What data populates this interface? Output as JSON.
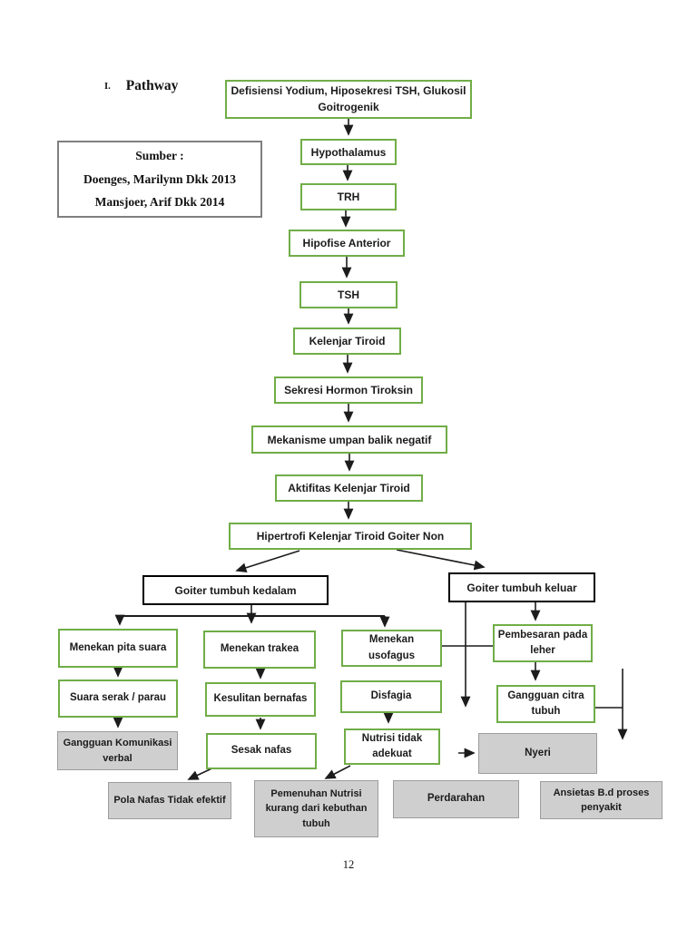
{
  "page": {
    "heading_numeral": "I.",
    "heading": "Pathway",
    "page_number": "12"
  },
  "source_box": {
    "title": "Sumber :",
    "lines": [
      "Doenges, Marilynn Dkk 2013",
      "Mansjoer, Arif Dkk 2014"
    ]
  },
  "colors": {
    "node_border_green": "#70ad47",
    "node_border_black": "#000000",
    "terminal_fill_gray": "#cfcfcf",
    "terminal_border_gray": "#9d9d9d",
    "arrow_black": "#1c1c1c",
    "text": "#1b1b1b"
  },
  "diagram": {
    "nodes": [
      {
        "id": "defisiensi",
        "label": "Defisiensi Yodium, Hiposekresi TSH, Glukosil Goitrogenik",
        "style": "green"
      },
      {
        "id": "hypothalamus",
        "label": "Hypothalamus",
        "style": "green"
      },
      {
        "id": "trh",
        "label": "TRH",
        "style": "green"
      },
      {
        "id": "hipofise",
        "label": "Hipofise Anterior",
        "style": "green"
      },
      {
        "id": "tsh",
        "label": "TSH",
        "style": "green"
      },
      {
        "id": "kelenjar",
        "label": "Kelenjar Tiroid",
        "style": "green"
      },
      {
        "id": "sekresi",
        "label": "Sekresi Hormon Tiroksin",
        "style": "green"
      },
      {
        "id": "mekanisme",
        "label": "Mekanisme umpan balik negatif",
        "style": "green"
      },
      {
        "id": "aktifitas",
        "label": "Aktifitas Kelenjar Tiroid",
        "style": "green"
      },
      {
        "id": "hipertrofi",
        "label": "Hipertrofi Kelenjar Tiroid Goiter Non",
        "style": "green"
      },
      {
        "id": "kedalam",
        "label": "Goiter tumbuh kedalam",
        "style": "black"
      },
      {
        "id": "keluar",
        "label": "Goiter tumbuh keluar",
        "style": "black"
      },
      {
        "id": "pita",
        "label": "Menekan pita suara",
        "style": "green"
      },
      {
        "id": "trakea",
        "label": "Menekan trakea",
        "style": "green"
      },
      {
        "id": "usofagus",
        "label": "Menekan usofagus",
        "style": "green"
      },
      {
        "id": "pembesaran",
        "label": "Pembesaran pada leher",
        "style": "green"
      },
      {
        "id": "serak",
        "label": "Suara serak / parau",
        "style": "green"
      },
      {
        "id": "kesulitan",
        "label": "Kesulitan bernafas",
        "style": "green"
      },
      {
        "id": "disfagia",
        "label": "Disfagia",
        "style": "green"
      },
      {
        "id": "citra",
        "label": "Gangguan citra tubuh",
        "style": "green"
      },
      {
        "id": "gkv",
        "label": "Gangguan Komunikasi verbal",
        "style": "gray"
      },
      {
        "id": "sesak",
        "label": "Sesak nafas",
        "style": "green"
      },
      {
        "id": "nutrisi",
        "label": "Nutrisi tidak adekuat",
        "style": "green"
      },
      {
        "id": "nyeri",
        "label": "Nyeri",
        "style": "gray"
      },
      {
        "id": "pola",
        "label": "Pola Nafas Tidak efektif",
        "style": "gray"
      },
      {
        "id": "pemenuhan",
        "label": "Pemenuhan Nutrisi kurang dari kebuthan tubuh",
        "style": "gray"
      },
      {
        "id": "perdarahan",
        "label": "Perdarahan",
        "style": "gray"
      },
      {
        "id": "ansietas",
        "label": "Ansietas B.d proses penyakit",
        "style": "gray"
      }
    ],
    "edges": [
      {
        "from": "defisiensi",
        "to": "hypothalamus"
      },
      {
        "from": "hypothalamus",
        "to": "trh"
      },
      {
        "from": "trh",
        "to": "hipofise"
      },
      {
        "from": "hipofise",
        "to": "tsh"
      },
      {
        "from": "tsh",
        "to": "kelenjar"
      },
      {
        "from": "kelenjar",
        "to": "sekresi"
      },
      {
        "from": "sekresi",
        "to": "mekanisme"
      },
      {
        "from": "mekanisme",
        "to": "aktifitas"
      },
      {
        "from": "aktifitas",
        "to": "hipertrofi"
      },
      {
        "from": "hipertrofi",
        "to": "kedalam"
      },
      {
        "from": "hipertrofi",
        "to": "keluar"
      },
      {
        "from": "kedalam",
        "to": "pita"
      },
      {
        "from": "kedalam",
        "to": "trakea"
      },
      {
        "from": "kedalam",
        "to": "usofagus"
      },
      {
        "from": "keluar",
        "to": "pembesaran"
      },
      {
        "from": "keluar",
        "to": "nyeri"
      },
      {
        "from": "usofagus",
        "to": "pembesaran"
      },
      {
        "from": "pita",
        "to": "serak"
      },
      {
        "from": "trakea",
        "to": "kesulitan"
      },
      {
        "from": "serak",
        "to": "gkv"
      },
      {
        "from": "kesulitan",
        "to": "sesak"
      },
      {
        "from": "disfagia",
        "to": "nutrisi"
      },
      {
        "from": "sesak",
        "to": "pola"
      },
      {
        "from": "nutrisi",
        "to": "pemenuhan"
      },
      {
        "from": "pembesaran",
        "to": "citra"
      },
      {
        "from": "citra",
        "to": "ansietas"
      }
    ]
  }
}
